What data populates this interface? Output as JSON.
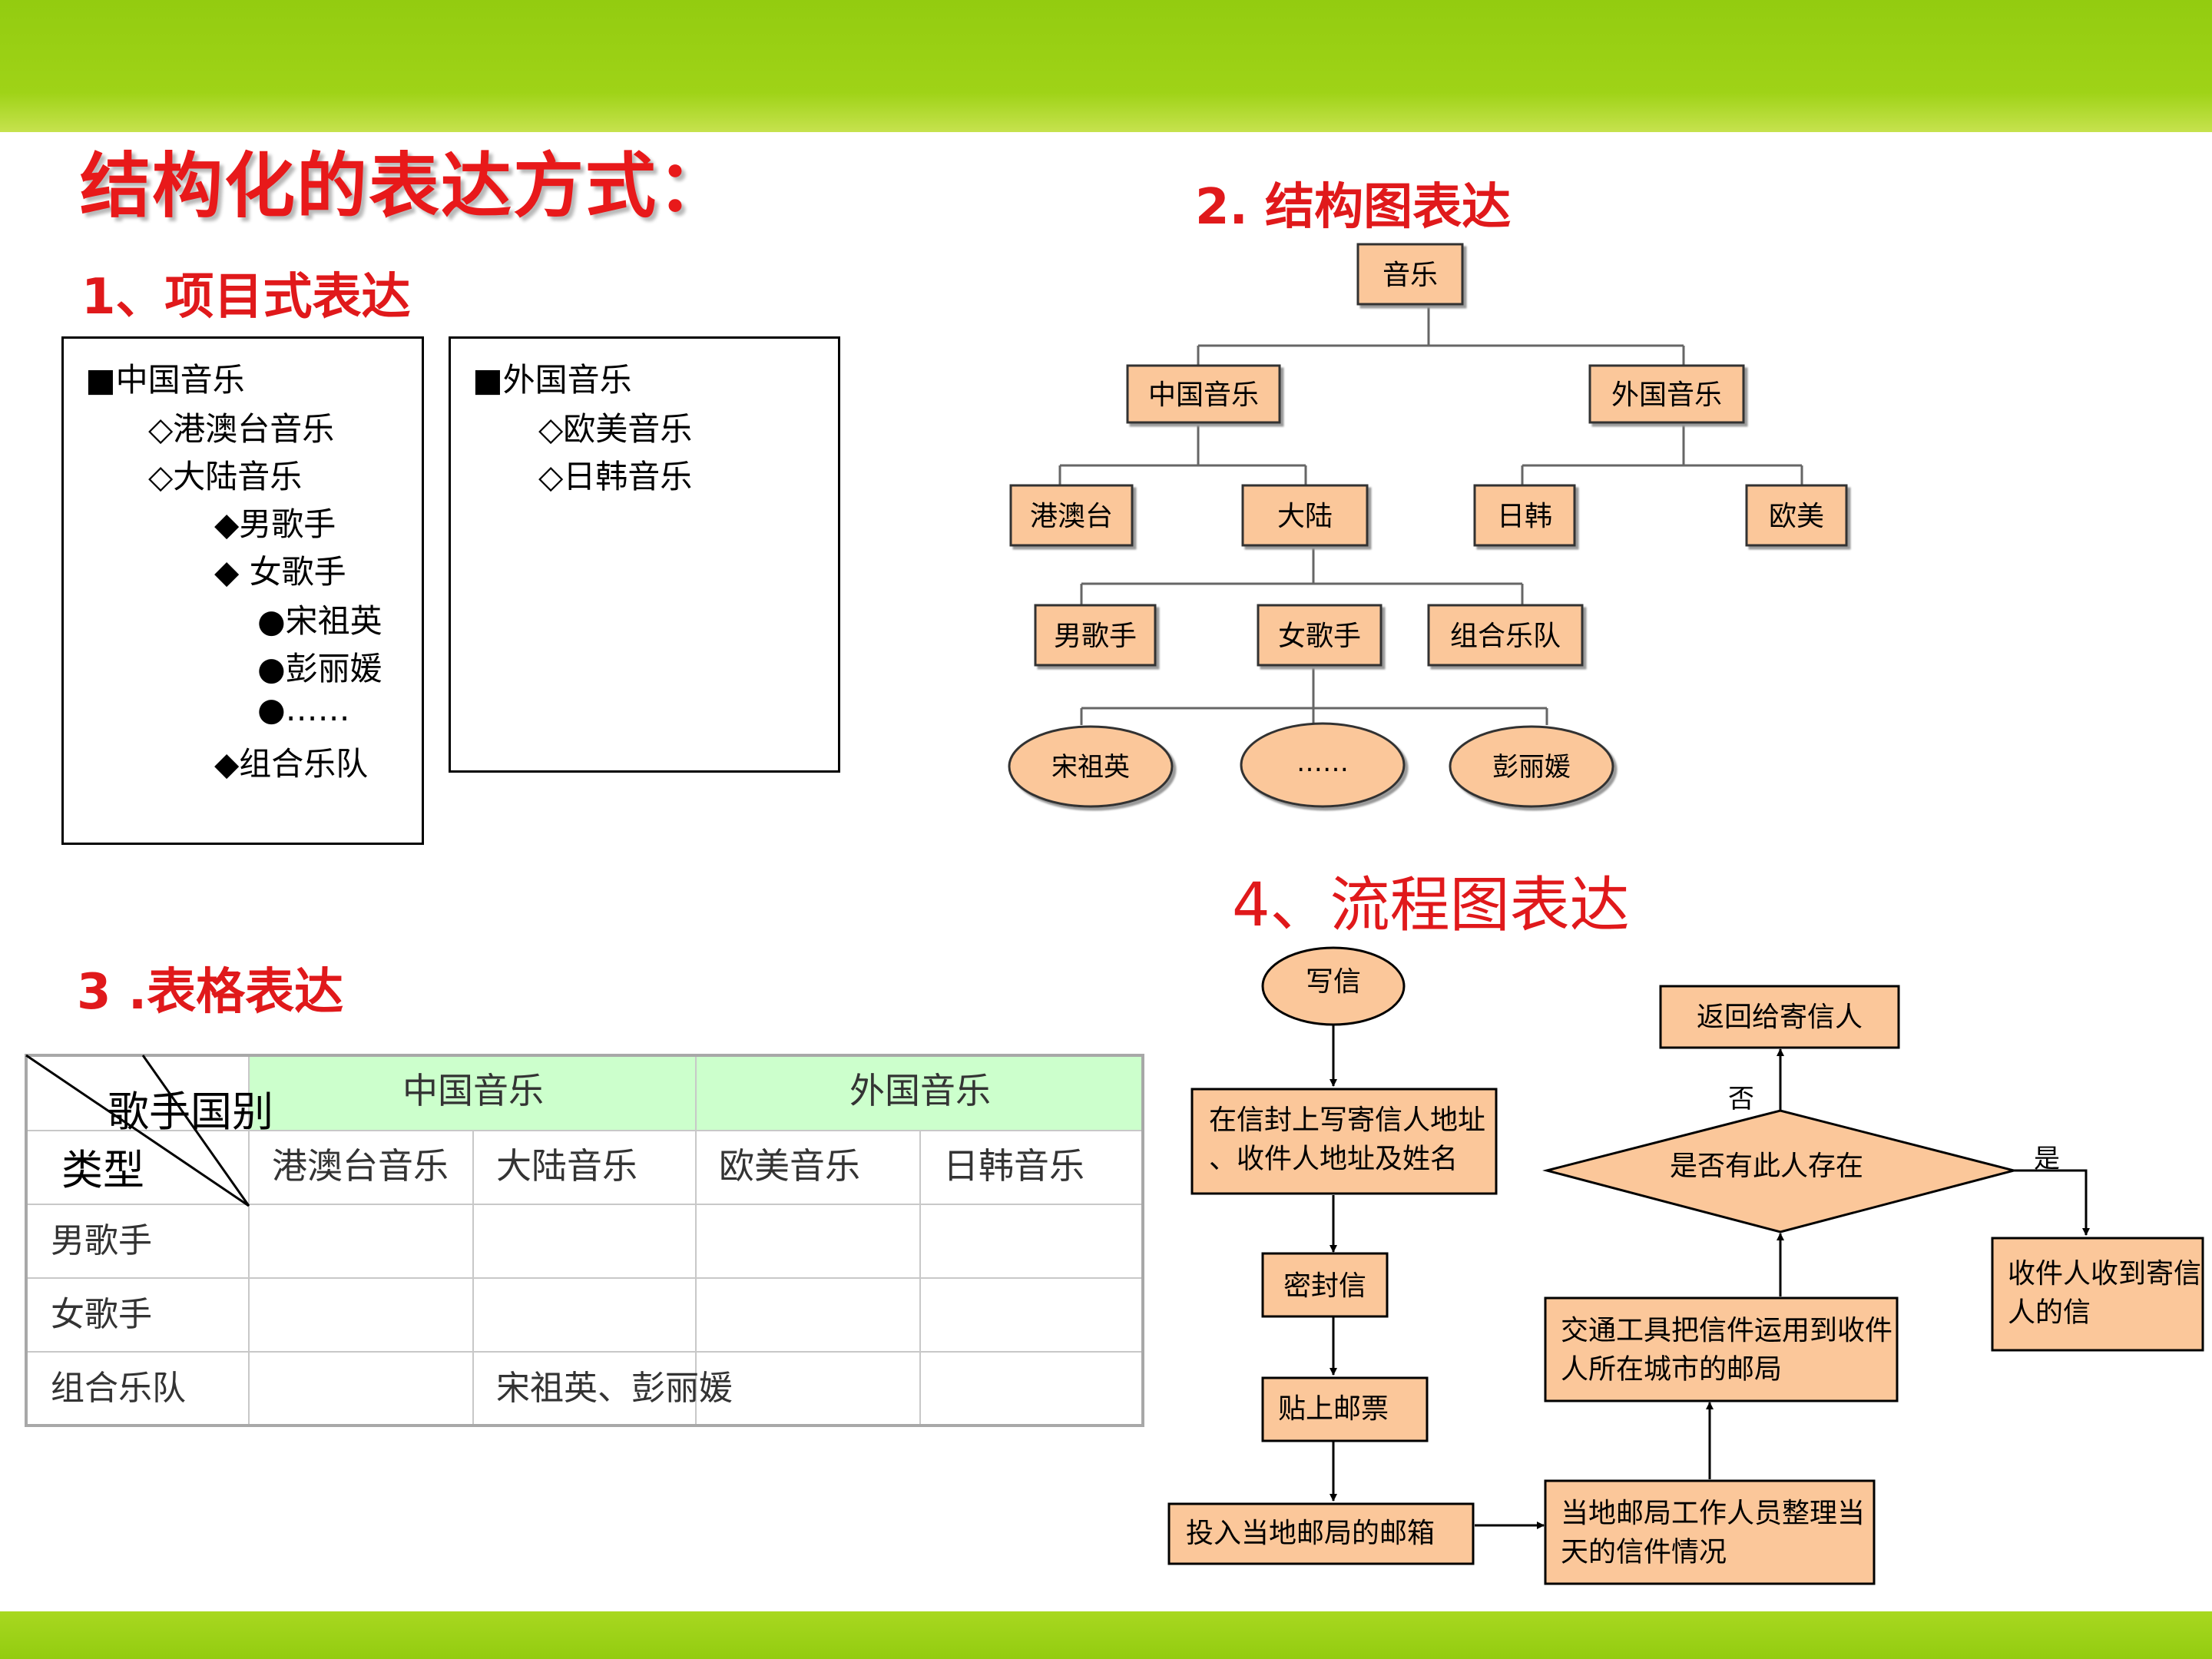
{
  "main_title": "结构化的表达方式：",
  "sections": {
    "s1": "1、项目式表达",
    "s2": "2. 结构图表达",
    "s3": "3 .表格表达",
    "s4": "4、流程图表达"
  },
  "list_left": [
    "■中国音乐",
    "◇港澳台音乐",
    "◇大陆音乐",
    "◆男歌手",
    "◆  女歌手",
    "●宋祖英",
    "●彭丽媛",
    "●……",
    "◆组合乐队"
  ],
  "list_right": [
    "■外国音乐",
    "◇欧美音乐",
    "◇日韩音乐"
  ],
  "tree": {
    "root": "音乐",
    "l1_china": "中国音乐",
    "l1_foreign": "外国音乐",
    "l2_hk": "港澳台",
    "l2_mainland": "大陆",
    "l2_jk": "日韩",
    "l2_euus": "欧美",
    "l3_male": "男歌手",
    "l3_female": "女歌手",
    "l3_band": "组合乐队",
    "l4_song": "宋祖英",
    "l4_dots": "……",
    "l4_peng": "彭丽媛"
  },
  "table": {
    "corner_top": "歌手国别",
    "corner_bottom": "类型",
    "group_china": "中国音乐",
    "group_foreign": "外国音乐",
    "sub_hk": "港澳台音乐",
    "sub_mainland": "大陆音乐",
    "sub_euus": "欧美音乐",
    "sub_jk": "日韩音乐",
    "row_male": "男歌手",
    "row_female": "女歌手",
    "row_band": "组合乐队",
    "cell_band_mainland": "宋祖英、彭丽媛"
  },
  "flow": {
    "start": "写信",
    "write_address": "在信封上写寄信人地址、收件人地址及姓名",
    "seal": "密封信",
    "stamp": "贴上邮票",
    "mailbox": "投入当地邮局的邮箱",
    "sort": "当地邮局工作人员整理当天的信件情况",
    "transport": "交通工具把信件运用到收件人所在城市的邮局",
    "decision": "是否有此人存在",
    "yes": "是",
    "no": "否",
    "return": "返回给寄信人",
    "received": "收件人收到寄信人的信"
  },
  "colors": {
    "band_green": "#93cc10",
    "title_red": "#e8191a",
    "node_fill": "#fbc79a",
    "table_header_fill": "#ccffcc"
  }
}
